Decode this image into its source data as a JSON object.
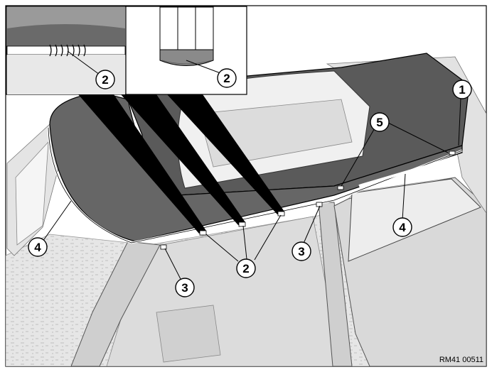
{
  "figure": {
    "reference_code": "RM41 00511"
  },
  "callouts": [
    {
      "id": "c1",
      "label": "1"
    },
    {
      "id": "c2-inset-left",
      "label": "2"
    },
    {
      "id": "c2-inset-right",
      "label": "2"
    },
    {
      "id": "c2-main",
      "label": "2"
    },
    {
      "id": "c3-left",
      "label": "3"
    },
    {
      "id": "c3-right",
      "label": "3"
    },
    {
      "id": "c4-left",
      "label": "4"
    },
    {
      "id": "c4-right",
      "label": "4"
    },
    {
      "id": "c5",
      "label": "5"
    }
  ],
  "colors": {
    "roof_panel": "#5f5f5f",
    "roof_panel_dark": "#3e3e3e",
    "line": "#000000",
    "body_shade": "#d7d7d7",
    "body_light": "#eeeeee",
    "background": "#ffffff"
  }
}
